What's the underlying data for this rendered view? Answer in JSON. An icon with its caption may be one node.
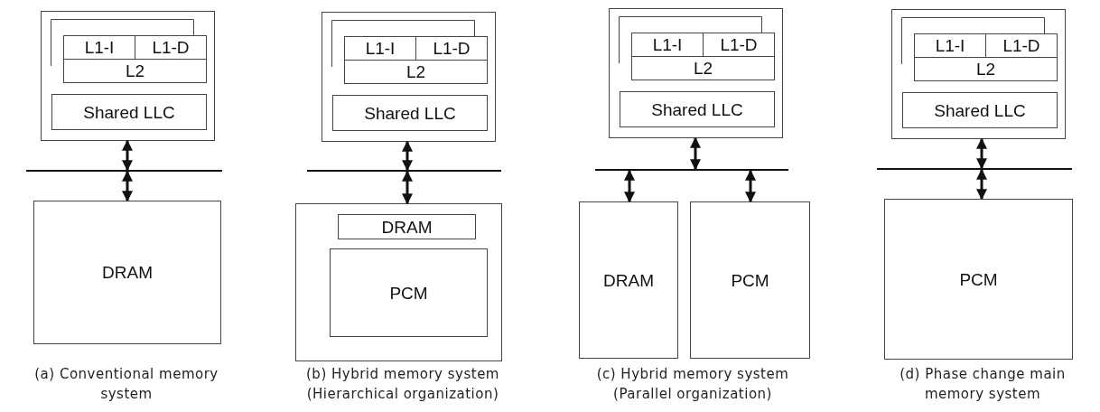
{
  "diagram": {
    "nodes": [
      {
        "text": [],
        "shape": "box"
      },
      {
        "text": [
          "L1-I"
        ],
        "in": 0
      },
      {
        "text": [
          "L1-D"
        ],
        "in": 0
      },
      {
        "text": [
          "L2"
        ],
        "in": 0
      },
      {
        "text": [
          "Shared LLC"
        ],
        "in": 0
      },
      {
        "text": [],
        "shape": "bar"
      },
      {
        "text": [
          "DRAM"
        ]
      },
      {
        "text": [],
        "shape": "box"
      },
      {
        "text": [
          "L1-I"
        ],
        "in": 7
      },
      {
        "text": [
          "L1-D"
        ],
        "in": 7
      },
      {
        "text": [
          "L2"
        ],
        "in": 7
      },
      {
        "text": [
          "Shared LLC"
        ],
        "in": 7
      },
      {
        "text": [],
        "shape": "bar"
      },
      {
        "text": [],
        "shape": "box"
      },
      {
        "text": [
          "DRAM"
        ],
        "in": 13
      },
      {
        "text": [
          "PCM"
        ],
        "in": 13
      },
      {
        "text": [],
        "shape": "box"
      },
      {
        "text": [
          "L1-I"
        ],
        "in": 16
      },
      {
        "text": [
          "L1-D"
        ],
        "in": 16
      },
      {
        "text": [
          "L2"
        ],
        "in": 16
      },
      {
        "text": [
          "Shared LLC"
        ],
        "in": 16
      },
      {
        "text": [],
        "shape": "bar"
      },
      {
        "text": [
          "DRAM"
        ]
      },
      {
        "text": [
          "PCM"
        ]
      },
      {
        "text": [],
        "shape": "box"
      },
      {
        "text": [
          "L1-I"
        ],
        "in": 24
      },
      {
        "text": [
          "L1-D"
        ],
        "in": 24
      },
      {
        "text": [
          "L2"
        ],
        "in": 24
      },
      {
        "text": [
          "Shared LLC"
        ],
        "in": 24
      },
      {
        "text": [],
        "shape": "bar"
      },
      {
        "text": [
          "PCM"
        ]
      }
    ],
    "edges": [
      {
        "from": 0,
        "to": 5,
        "arrow": "both"
      },
      {
        "from": 5,
        "to": 6,
        "arrow": "both"
      },
      {
        "from": 7,
        "to": 12,
        "arrow": "both"
      },
      {
        "from": 12,
        "to": 13,
        "arrow": "both"
      },
      {
        "from": 16,
        "to": 21,
        "arrow": "both"
      },
      {
        "from": 21,
        "to": 22,
        "arrow": "both"
      },
      {
        "from": 21,
        "to": 23,
        "arrow": "both"
      },
      {
        "from": 24,
        "to": 29,
        "arrow": "both"
      },
      {
        "from": 29,
        "to": 30,
        "arrow": "both"
      }
    ],
    "labels": [
      "(a) Conventional memory system",
      "(b) Hybrid memory system (Hierarchical organization)",
      "(c) Hybrid memory system (Parallel organization)",
      "(d) Phase change main memory system"
    ]
  }
}
